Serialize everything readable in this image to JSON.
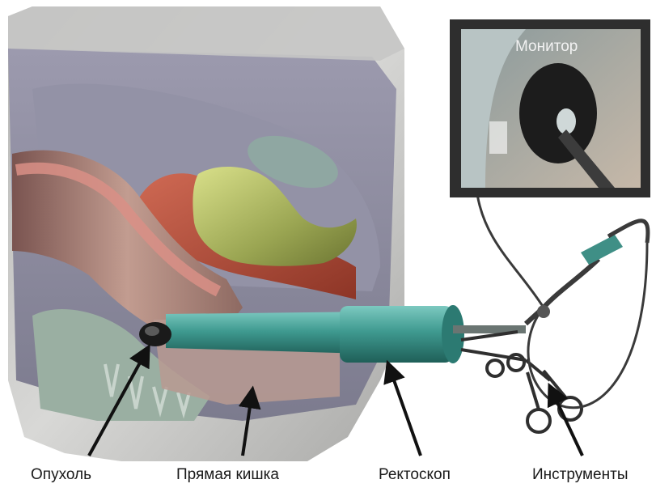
{
  "monitor": {
    "label": "Монитор"
  },
  "labels": {
    "tumor": "Опухоль",
    "rectum": "Прямая кишка",
    "rectoscope": "Ректоскоп",
    "instruments": "Инструменты"
  },
  "colors": {
    "pelvis": "#c9c9c7",
    "cavity": "#8a8a9e",
    "bladder": "#a8b86a",
    "uterus": "#b84d3a",
    "rectum_wall": "#b08a80",
    "bone": "#8fa89a",
    "rectoscope": "#3a8f86",
    "cable": "#444444",
    "arrow": "#111111"
  }
}
